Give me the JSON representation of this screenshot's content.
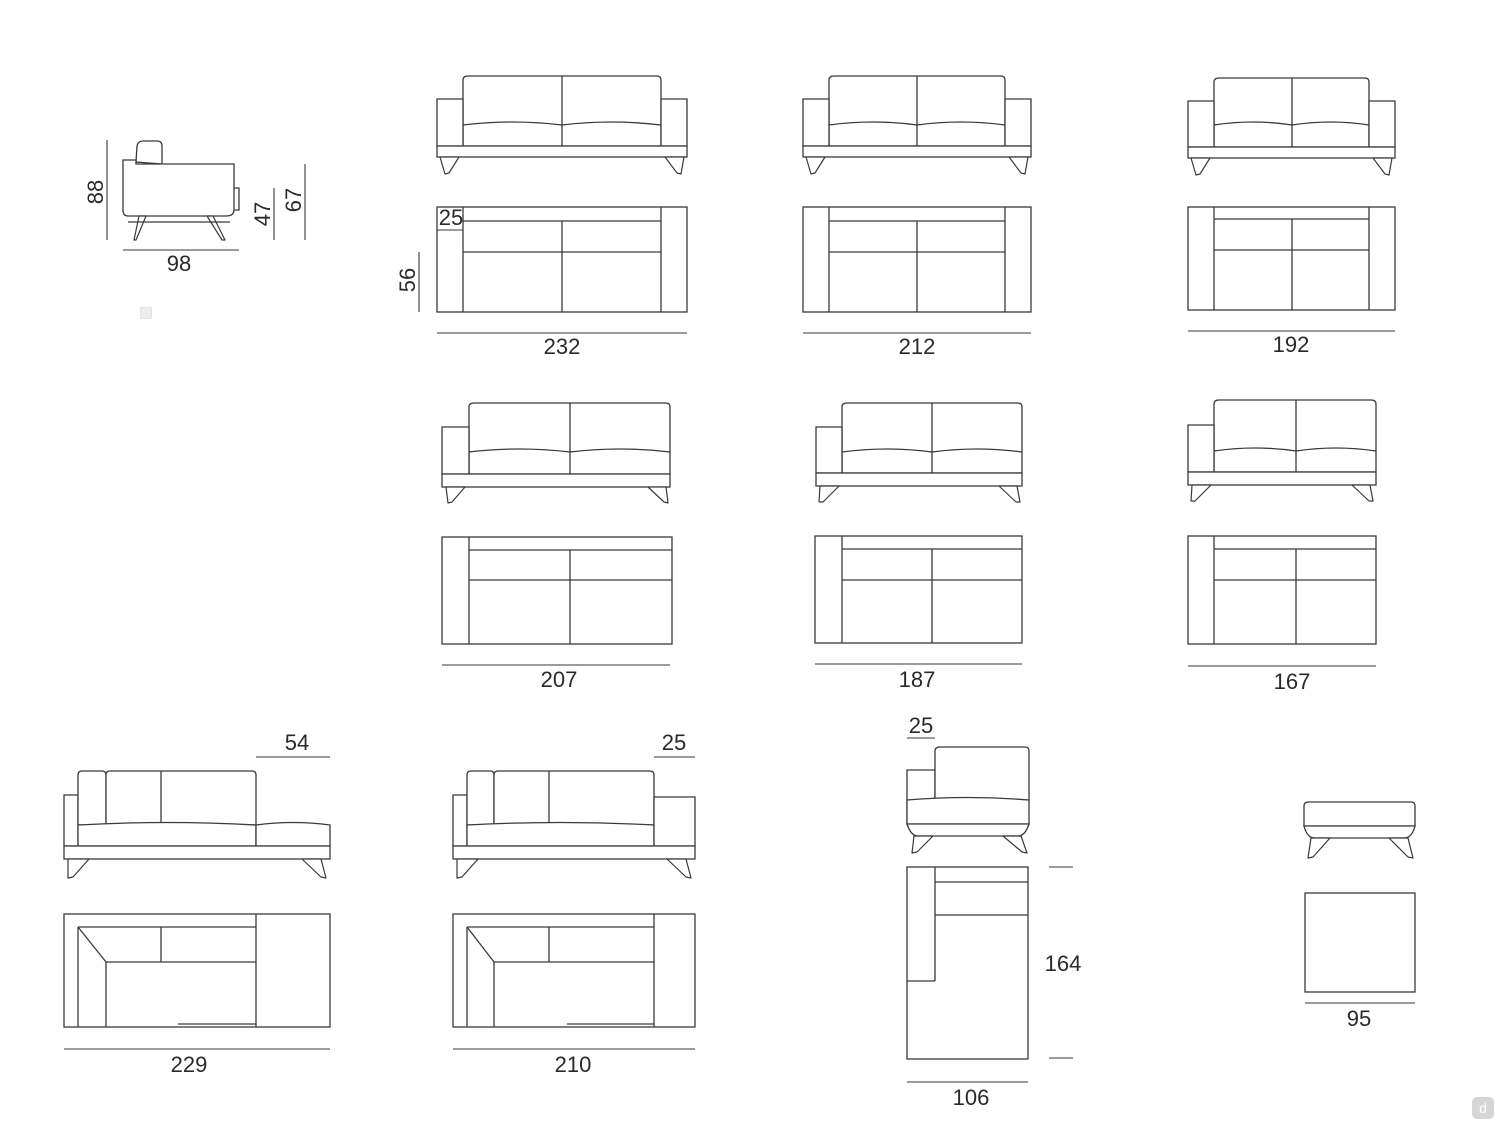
{
  "dimensions": {
    "armchair_height": "88",
    "armchair_seat_height": "47",
    "armchair_arm_height": "67",
    "armchair_depth": "98",
    "arm_width": "25",
    "seat_depth": "56",
    "sofa_a_width": "232",
    "sofa_b_width": "212",
    "sofa_c_width": "192",
    "sofa_d_width": "207",
    "sofa_e_width": "187",
    "sofa_f_width": "167",
    "chaise_a_extension": "54",
    "chaise_a_width": "229",
    "chaise_b_arm": "25",
    "chaise_b_width": "210",
    "corner_arm": "25",
    "corner_length": "164",
    "corner_width": "106",
    "pouf_width": "95"
  },
  "logo": {
    "letter": "d",
    "color": "#d6d6d6"
  }
}
